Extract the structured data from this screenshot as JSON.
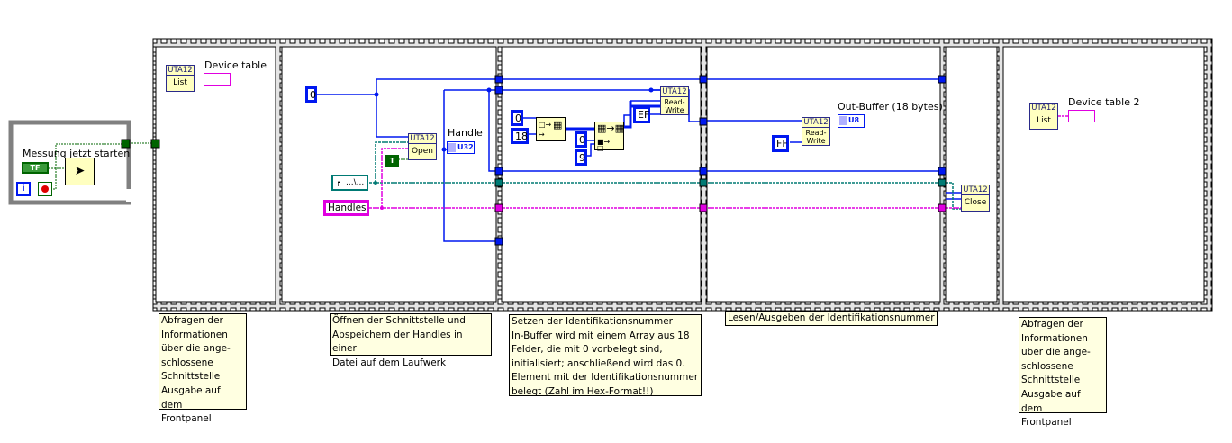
{
  "while_loop": {
    "label": "Messung jetzt starten",
    "bool_control": "TF",
    "iteration_terminal": "i"
  },
  "frames": [
    {
      "subvi": {
        "library": "UTA12",
        "function": "List"
      },
      "indicator_label": "Device table"
    },
    {
      "constant_index": "0",
      "subvi": {
        "library": "UTA12",
        "function": "Open"
      },
      "indicator_label": "Handle",
      "indicator_type": "U32",
      "bool_constant": "T",
      "path_constant": "...\\...",
      "handles_constant": "Handles"
    },
    {
      "const_a": "0",
      "const_b": "18",
      "const_c": "0",
      "const_d": "9",
      "const_hex": "EF",
      "subvi": {
        "library": "UTA12",
        "function": "Read-\nWrite"
      }
    },
    {
      "const_hex": "FF",
      "subvi": {
        "library": "UTA12",
        "function": "Read-\nWrite"
      },
      "indicator_label": "Out-Buffer (18 bytes)",
      "indicator_type": "U8"
    },
    {
      "subvi": {
        "library": "UTA12",
        "function": "Close"
      }
    },
    {
      "subvi": {
        "library": "UTA12",
        "function": "List"
      },
      "indicator_label": "Device table 2"
    }
  ],
  "comments": [
    "Abfragen der\nInformationen\nüber die ange-\nschlossene\nSchnittstelle\nAusgabe auf dem\nFrontpanel",
    "Öffnen der Schnittstelle und\nAbspeichern der Handles in einer\nDatei auf dem Laufwerk",
    "Setzen der Identifikationsnummer\nIn-Buffer wird mit einem Array aus 18\nFelder, die mit 0 vorbelegt sind,\ninitialisiert; anschließend wird das 0.\nElement mit der Identifikationsnummer\nbelegt (Zahl im Hex-Format!!)",
    "Lesen/Ausgeben der Identifikationsnummer",
    "Abfragen der\nInformationen\nüber die ange-\nschlossene\nSchnittstelle\nAusgabe auf dem\nFrontpanel"
  ],
  "colors": {
    "numeric_wire": "#0018f0",
    "path_wire": "#007a74",
    "string_wire": "#e000e0",
    "boolean": "#006400",
    "subvi_bg": "#ffffc0",
    "comment_bg": "#ffffe1"
  }
}
